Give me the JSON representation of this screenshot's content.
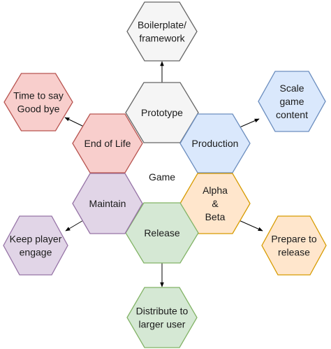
{
  "center": {
    "label": [
      "Game"
    ]
  },
  "ring": [
    {
      "id": "prototype",
      "label": [
        "Prototype"
      ],
      "fill": "#f5f5f5",
      "stroke": "#666666"
    },
    {
      "id": "production",
      "label": [
        "Production"
      ],
      "fill": "#dae8fc",
      "stroke": "#6c8ebf"
    },
    {
      "id": "alpha-beta",
      "label": [
        "Alpha",
        "&",
        "Beta"
      ],
      "fill": "#ffe6cc",
      "stroke": "#d79b00"
    },
    {
      "id": "release",
      "label": [
        "Release"
      ],
      "fill": "#d5e8d4",
      "stroke": "#82b366"
    },
    {
      "id": "maintain",
      "label": [
        "Maintain"
      ],
      "fill": "#e1d5e7",
      "stroke": "#9673a6"
    },
    {
      "id": "end-of-life",
      "label": [
        "End of Life"
      ],
      "fill": "#f8cecc",
      "stroke": "#b85450"
    }
  ],
  "outer": [
    {
      "id": "boilerplate",
      "from": "prototype",
      "label": [
        "Boilerplate/",
        "framework"
      ],
      "fill": "#f5f5f5",
      "stroke": "#666666"
    },
    {
      "id": "scale-content",
      "from": "production",
      "label": [
        "Scale",
        "game",
        "content"
      ],
      "fill": "#dae8fc",
      "stroke": "#6c8ebf"
    },
    {
      "id": "prepare-release",
      "from": "alpha-beta",
      "label": [
        "Prepare to",
        "release"
      ],
      "fill": "#ffe6cc",
      "stroke": "#d79b00"
    },
    {
      "id": "distribute",
      "from": "release",
      "label": [
        "Distribute to",
        "larger user"
      ],
      "fill": "#d5e8d4",
      "stroke": "#82b366"
    },
    {
      "id": "keep-engaged",
      "from": "maintain",
      "label": [
        "Keep player",
        "engage"
      ],
      "fill": "#e1d5e7",
      "stroke": "#9673a6"
    },
    {
      "id": "say-goodbye",
      "from": "end-of-life",
      "label": [
        "Time to say",
        "Good bye"
      ],
      "fill": "#f8cecc",
      "stroke": "#b85450"
    }
  ]
}
